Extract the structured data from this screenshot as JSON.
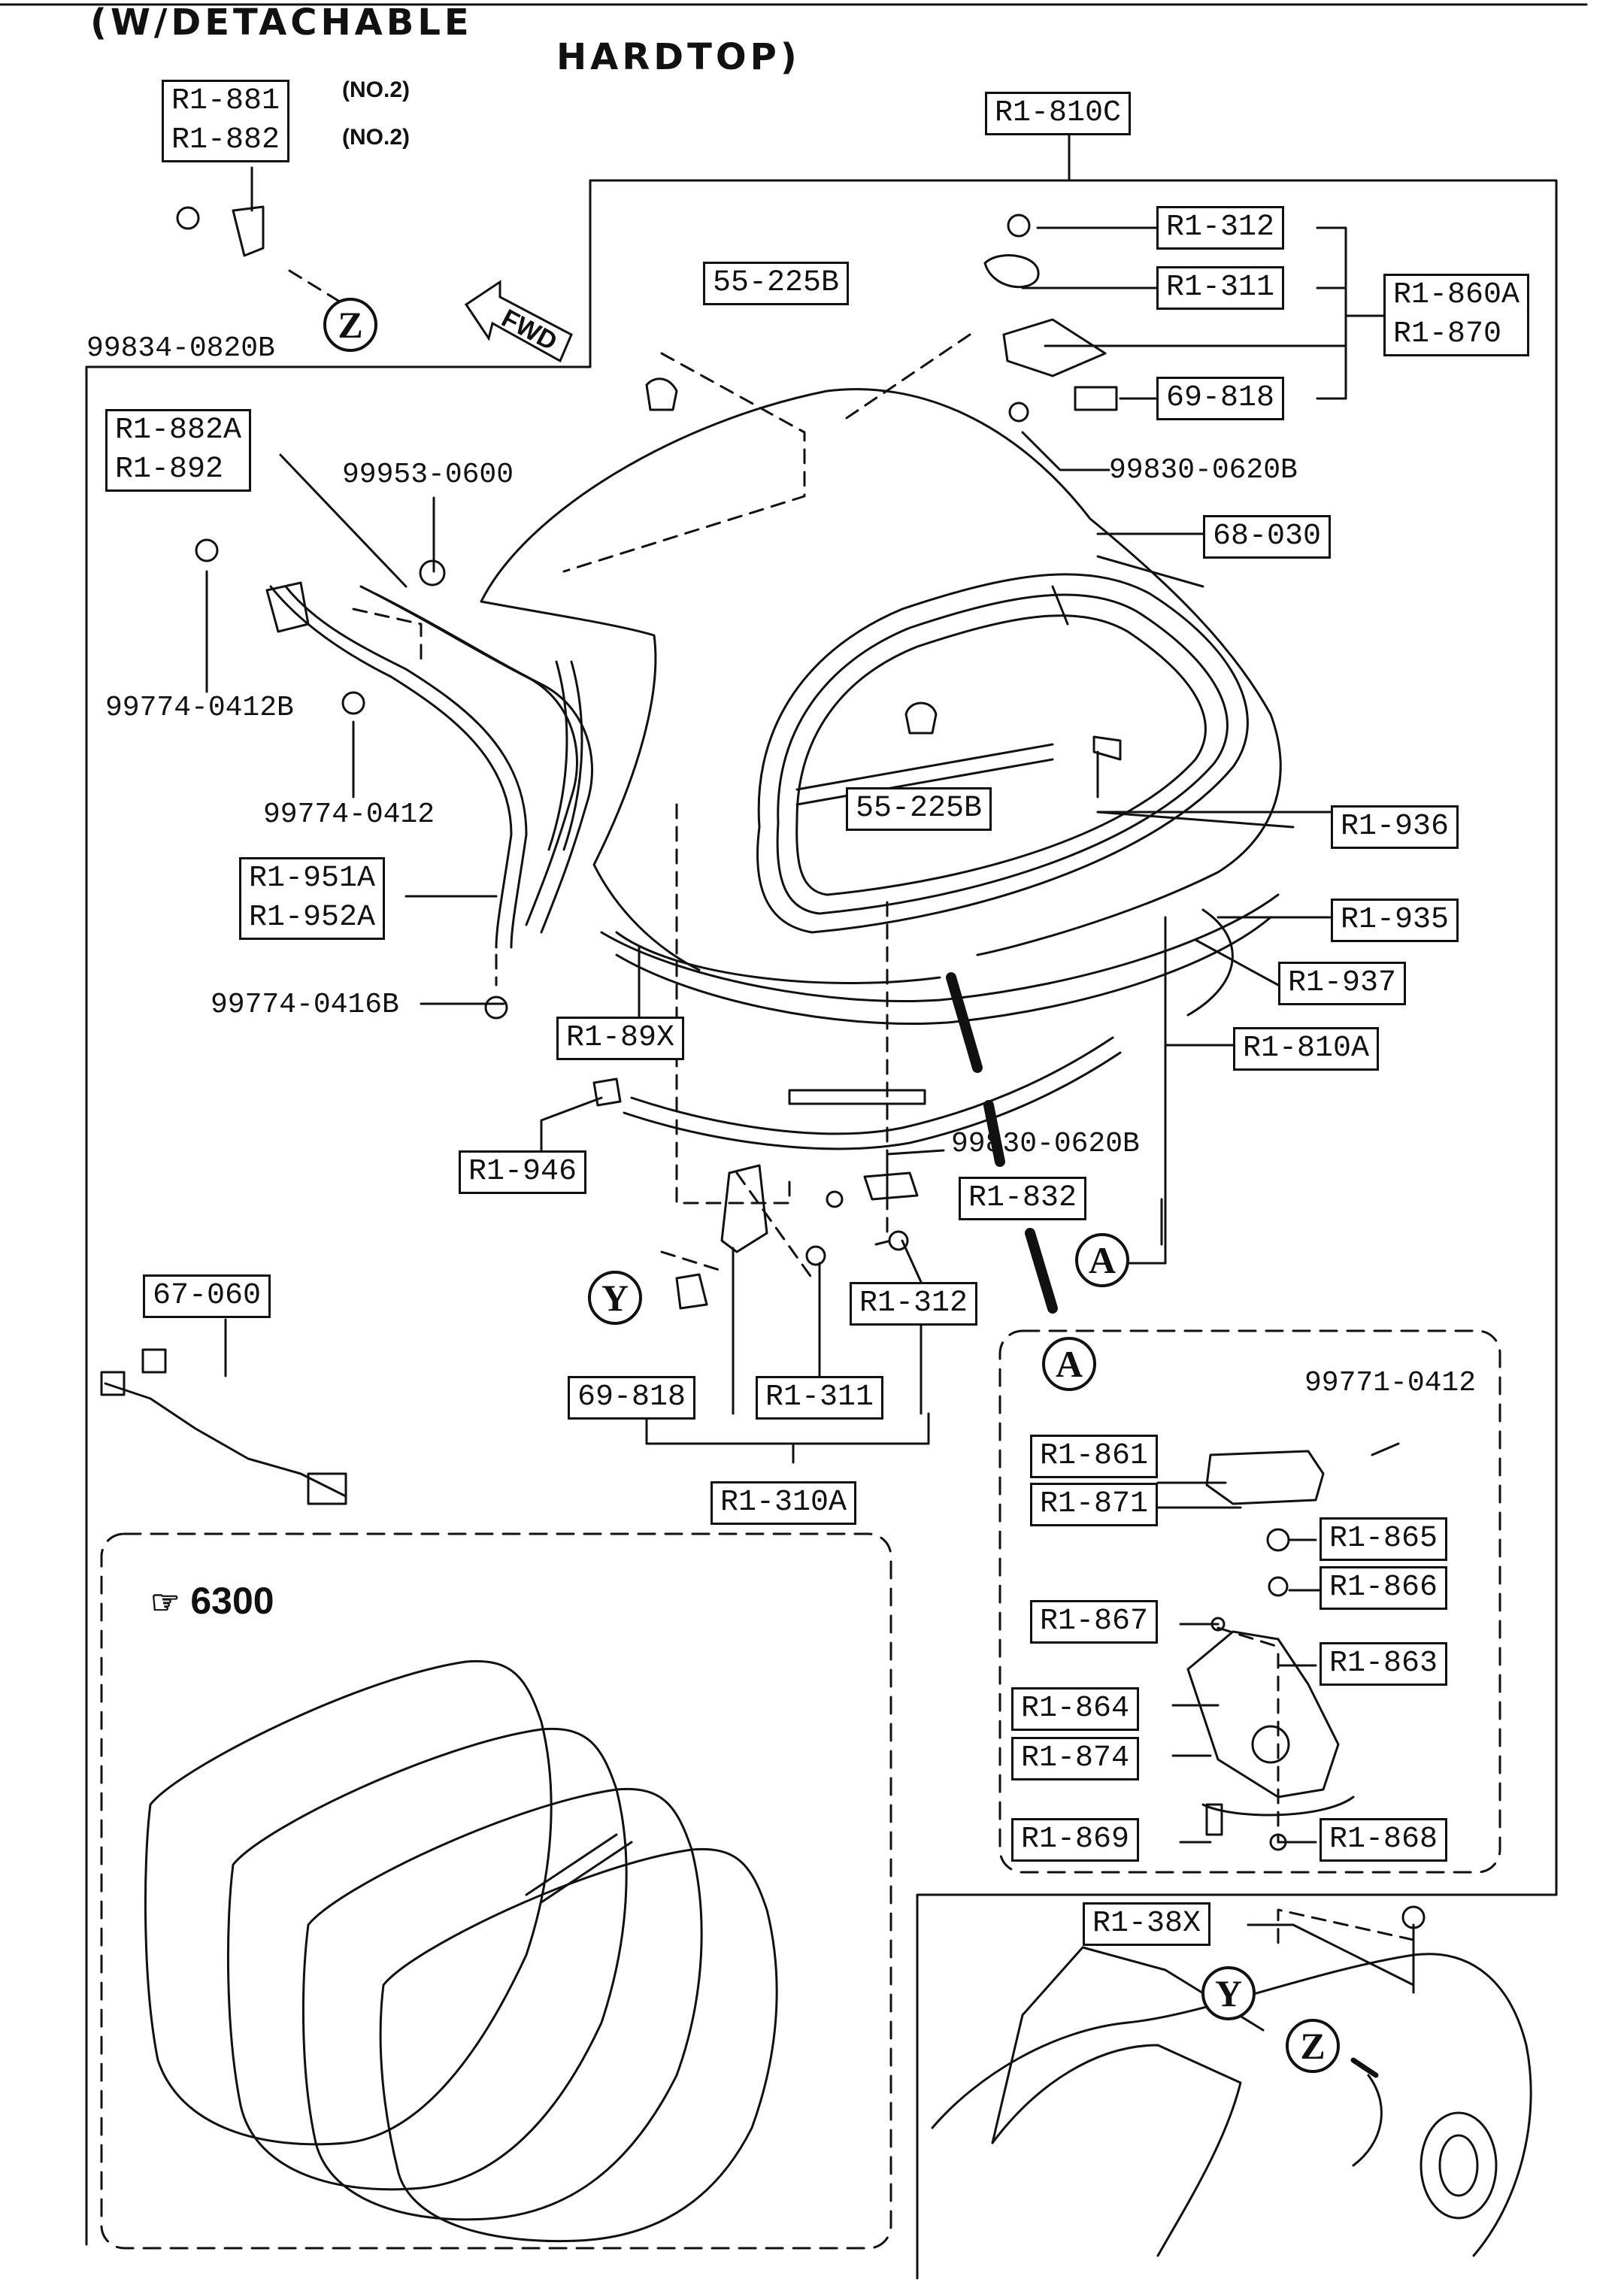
{
  "title": {
    "line1": "(W/DETACHABLE",
    "line2": "HARDTOP)"
  },
  "callouts": {
    "r1_881": "R1-881",
    "r1_882": "R1-882",
    "no2_a": "(NO.2)",
    "no2_b": "(NO.2)",
    "bolt_99834": "99834-0820B",
    "fwd": "FWD",
    "r1_810c": "R1-810C",
    "r1_312_top": "R1-312",
    "r1_311_top": "R1-311",
    "r1_860a": "R1-860A",
    "r1_870": "R1-870",
    "r1_69818_top": "69-818",
    "bolt_99830_top": "99830-0620B",
    "r55_225b_top": "55-225B",
    "r1_882a": "R1-882A",
    "r1_892": "R1-892",
    "nut_99953": "99953-0600",
    "r68_030": "68-030",
    "bolt_99774_0412b": "99774-0412B",
    "bolt_99774_0412": "99774-0412",
    "r55_225b_mid": "55-225B",
    "r1_936": "R1-936",
    "r1_951a": "R1-951A",
    "r1_952a": "R1-952A",
    "r1_935": "R1-935",
    "r1_937": "R1-937",
    "bolt_99774_0416b": "99774-0416B",
    "r1_89x": "R1-89X",
    "r1_810a": "R1-810A",
    "r1_946": "R1-946",
    "bolt_99830_mid": "99830-0620B",
    "r1_832": "R1-832",
    "r67_060": "67-060",
    "r1_312_low": "R1-312",
    "r69_818_low": "69-818",
    "r1_311_low": "R1-311",
    "r1_310a": "R1-310A",
    "bolt_99771": "99771-0412",
    "r1_861": "R1-861",
    "r1_871": "R1-871",
    "r1_865": "R1-865",
    "r1_866": "R1-866",
    "r1_867": "R1-867",
    "r1_863": "R1-863",
    "r1_864": "R1-864",
    "r1_874": "R1-874",
    "r1_869": "R1-869",
    "r1_868": "R1-868",
    "r1_38x": "R1-38X",
    "ref_6300": "6300"
  },
  "markers": {
    "a1": "A",
    "a2": "A",
    "y1": "Y",
    "y2": "Y",
    "z1": "Z",
    "z2": "Z"
  }
}
